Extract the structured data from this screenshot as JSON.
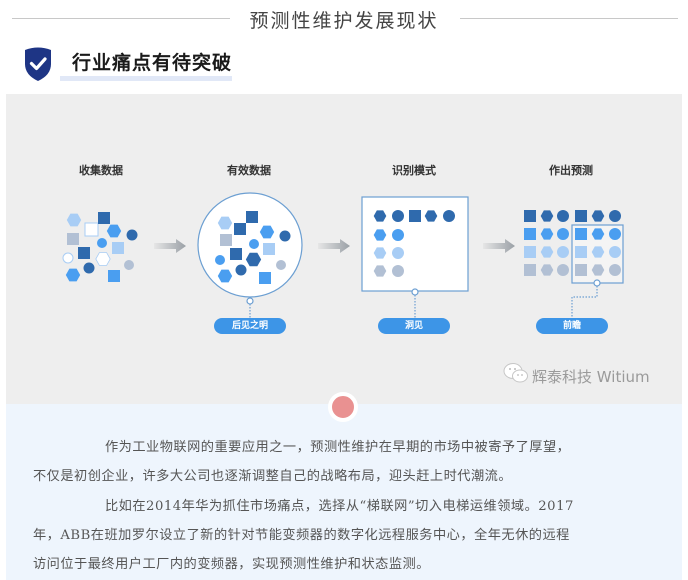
{
  "header": {
    "title": "预测性维护发展现状"
  },
  "section": {
    "icon": "shield-check-icon",
    "title": "行业痛点有待突破"
  },
  "diagram": {
    "steps": [
      {
        "label": "收集数据",
        "badge": null
      },
      {
        "label": "有效数据",
        "badge": "后见之明"
      },
      {
        "label": "识别模式",
        "badge": "洞见"
      },
      {
        "label": "作出预测",
        "badge": "前瞻"
      }
    ],
    "colors": {
      "dark_blue": "#2f6aad",
      "mid_blue": "#4a9ef0",
      "light_blue": "#a8cdf5",
      "gray_blue": "#b2c0d4",
      "badge_blue": "#3d95e7",
      "panel_bg": "#eeeeee"
    },
    "watermark": "辉泰科技 Witium"
  },
  "content": {
    "paragraphs": [
      {
        "line1": "作为工业物联网的重要应用之一，预测性维护在早期的市场中被寄予了厚望，",
        "line2": "不仅是初创企业，许多大公司也逐渐调整自己的战略布局，迎头赶上时代潮流。"
      },
      {
        "line1": "比如在2014年华为抓住市场痛点，选择从“梯联网”切入电梯运维领域。2017",
        "line2": "年，ABB在班加罗尔设立了新的针对节能变频器的数字化远程服务中心，全年无休的远程",
        "line3": "访问位于最终用户工厂内的变频器，实现预测性维护和状态监测。"
      }
    ],
    "accent_dot_color": "#e99191",
    "background": "#eef5fd"
  }
}
